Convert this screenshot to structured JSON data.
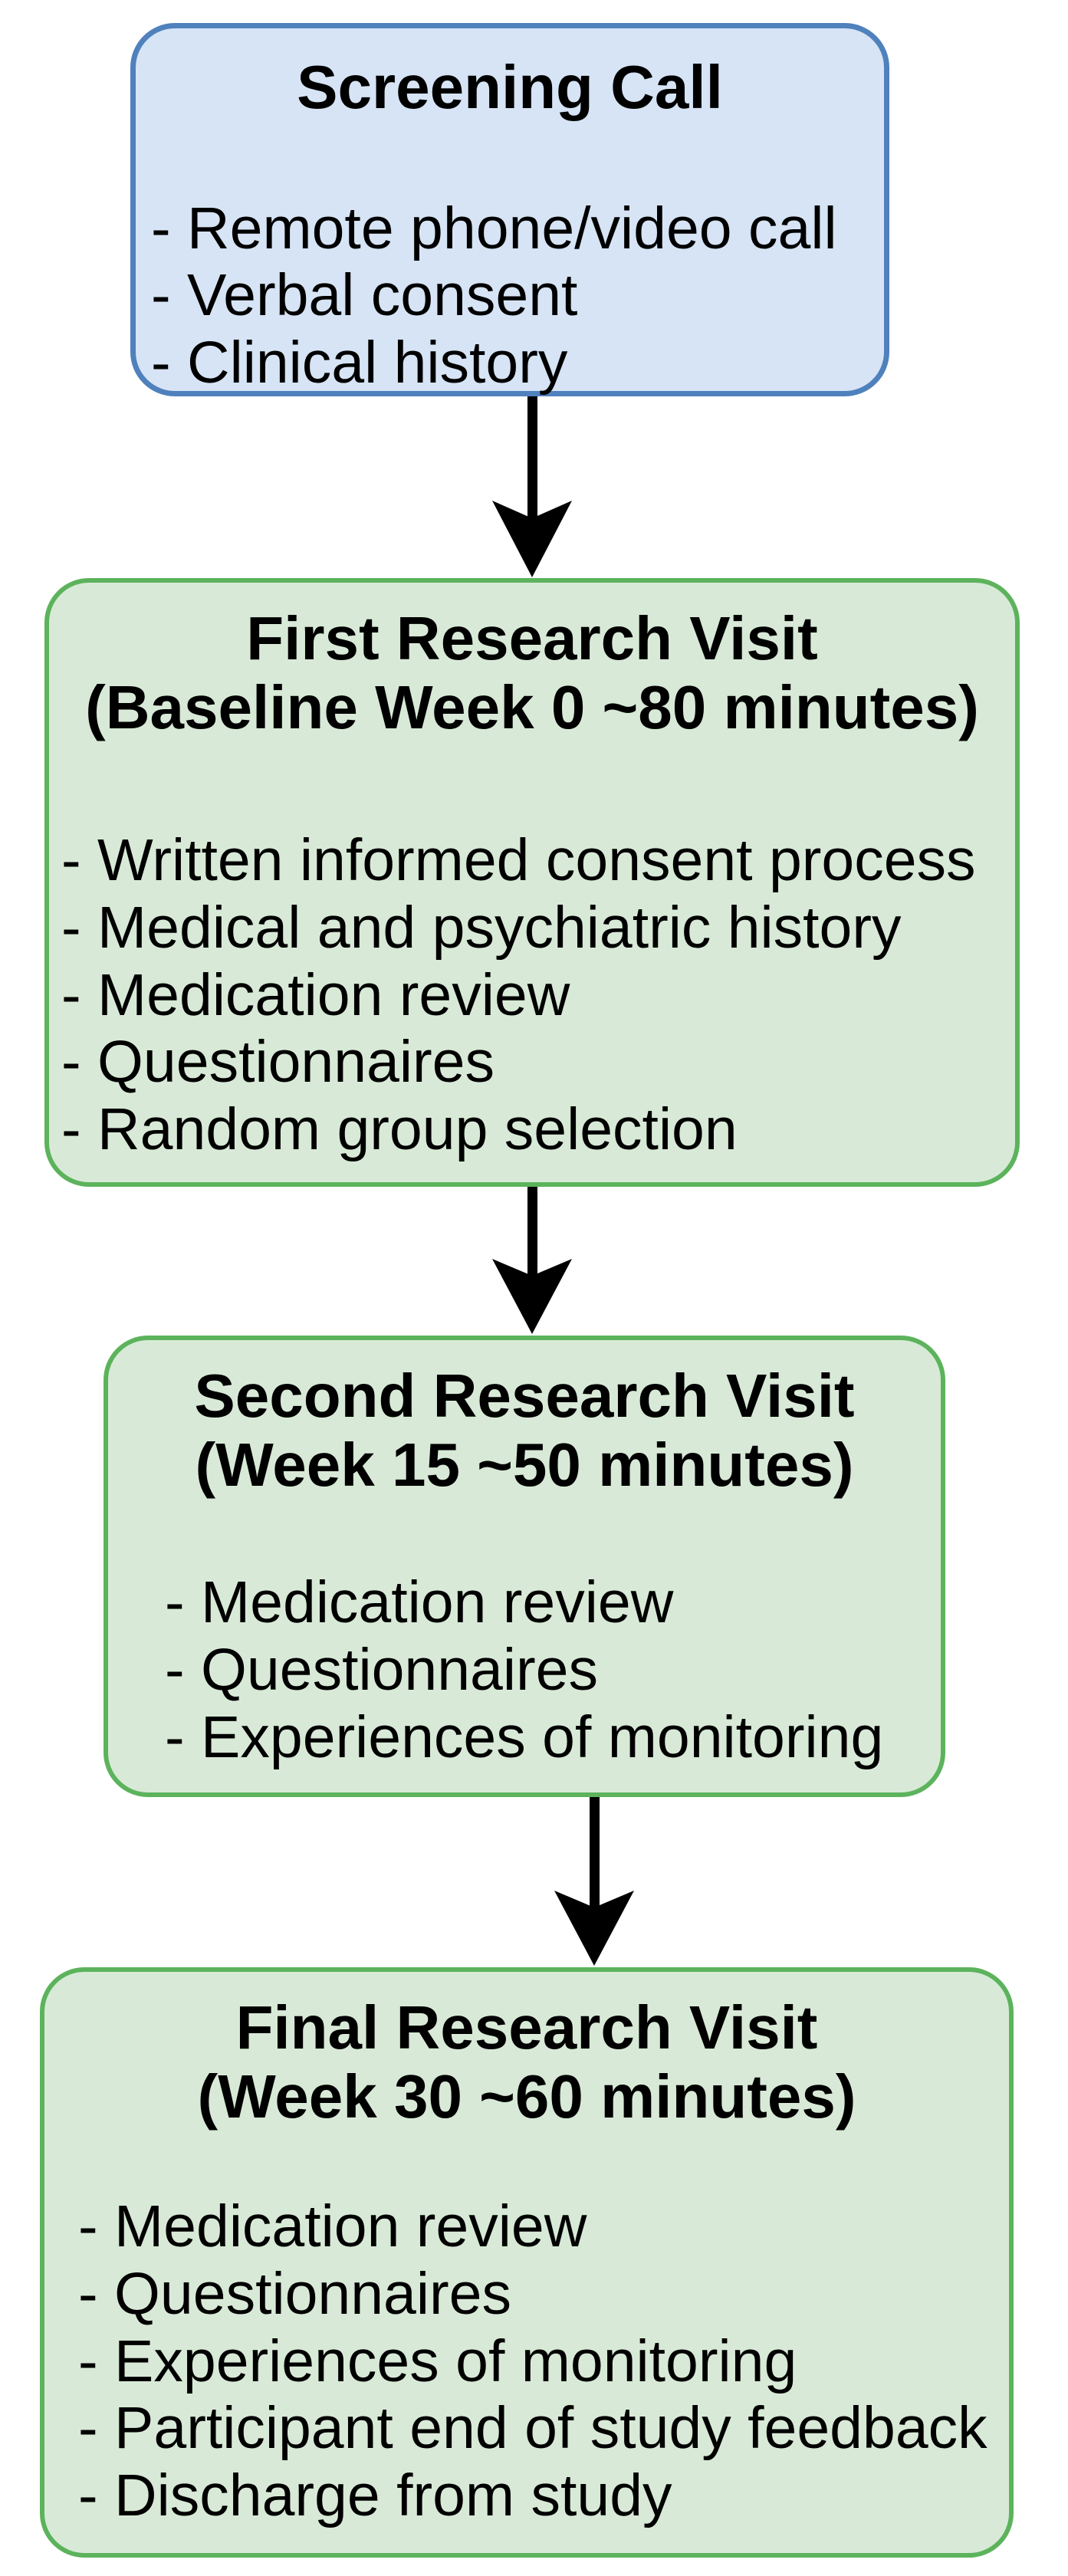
{
  "flowchart": {
    "background_color": "#ffffff",
    "text_color": "#000000",
    "arrow_color": "#000000",
    "boxes": [
      {
        "name": "screening-call",
        "fill_color": "#d6e4f5",
        "border_color": "#4f81bd",
        "title_line1": "Screening Call",
        "items": [
          "- Remote phone/video call",
          "- Verbal consent",
          "- Clinical history"
        ]
      },
      {
        "name": "first-research-visit",
        "fill_color": "#d8ead7",
        "border_color": "#5cb35c",
        "title_line1": "First Research Visit",
        "title_line2": "(Baseline Week 0 ~80 minutes)",
        "items": [
          "- Written informed consent process",
          "- Medical and psychiatric history",
          "- Medication review",
          "- Questionnaires",
          "- Random group selection"
        ]
      },
      {
        "name": "second-research-visit",
        "fill_color": "#d8ead7",
        "border_color": "#5cb35c",
        "title_line1": "Second Research Visit",
        "title_line2": "(Week 15 ~50 minutes)",
        "items": [
          "- Medication review",
          "- Questionnaires",
          "- Experiences of monitoring"
        ]
      },
      {
        "name": "final-research-visit",
        "fill_color": "#d8ead7",
        "border_color": "#5cb35c",
        "title_line1": "Final Research Visit",
        "title_line2": "(Week 30 ~60 minutes)",
        "items": [
          "- Medication review",
          "- Questionnaires",
          "- Experiences of monitoring",
          "- Participant end of study feedback",
          "- Discharge from study"
        ]
      }
    ]
  }
}
